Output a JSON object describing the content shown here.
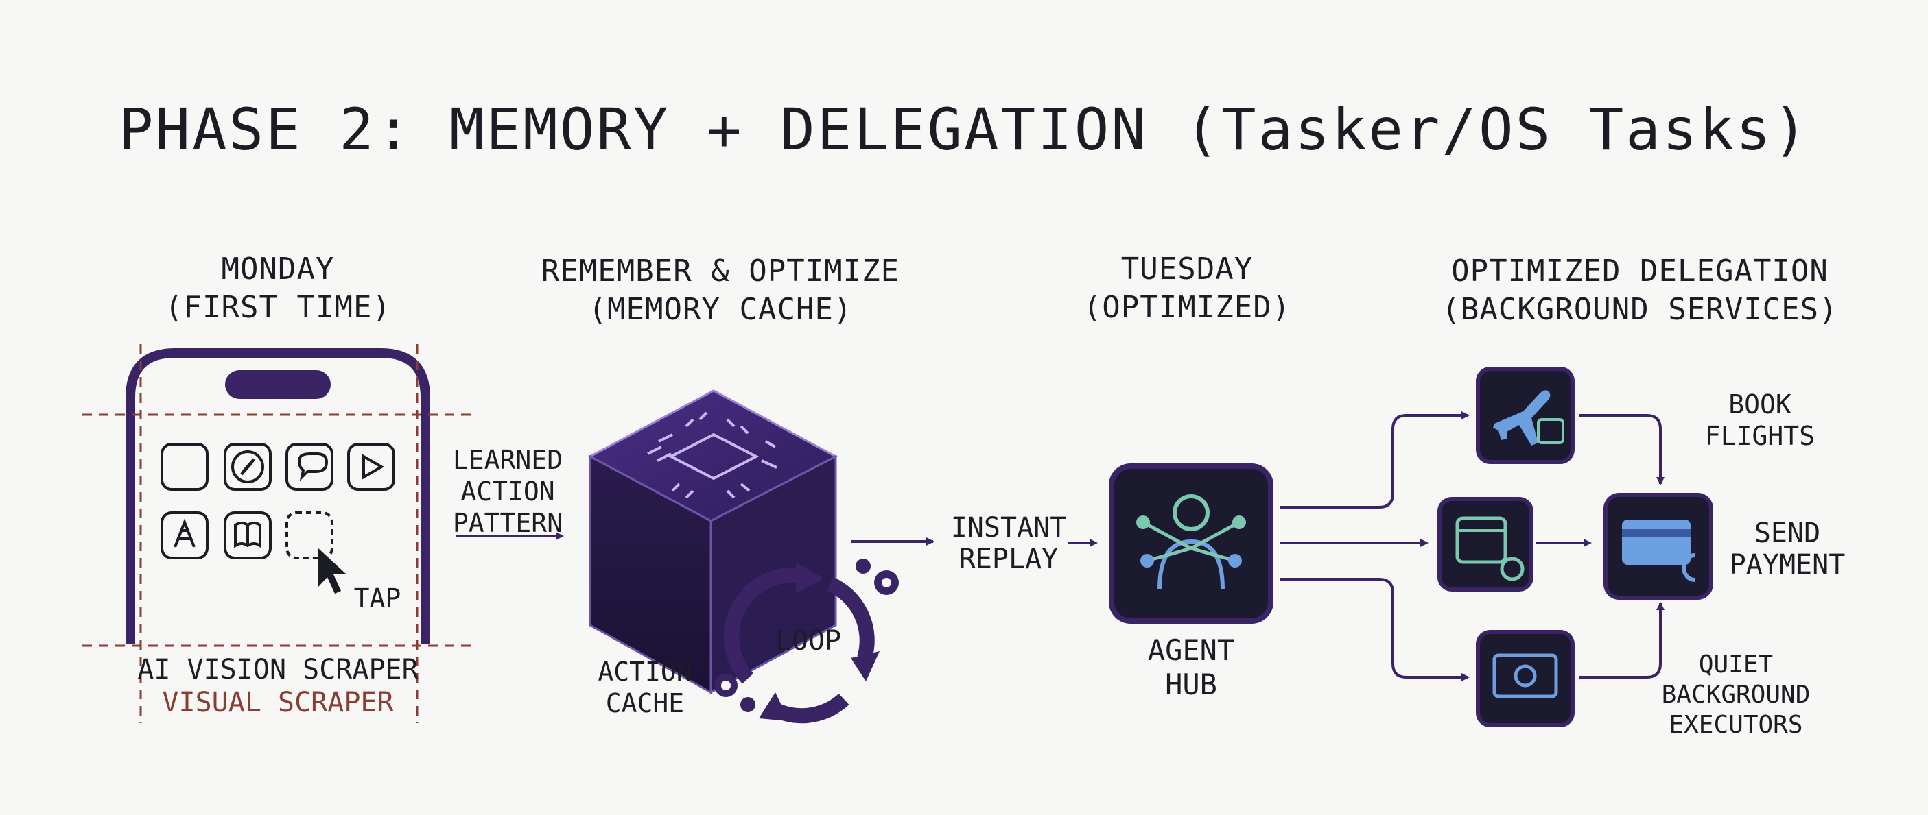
{
  "title": "PHASE 2: MEMORY + DELEGATION (Tasker/OS Tasks)",
  "columns": [
    {
      "line1": "MONDAY",
      "line2": "(FIRST TIME)"
    },
    {
      "line1": "REMEMBER & OPTIMIZE",
      "line2": "(MEMORY CACHE)"
    },
    {
      "line1": "TUESDAY",
      "line2": "(OPTIMIZED)"
    },
    {
      "line1": "OPTIMIZED DELEGATION",
      "line2": "(BACKGROUND SERVICES)"
    }
  ],
  "phone": {
    "tap_label": "TAP",
    "scraper_line1": "AI VISION SCRAPER",
    "scraper_line2": "VISUAL SCRAPER"
  },
  "arrow1": {
    "line1": "LEARNED",
    "line2": "ACTION",
    "line3": "PATTERN"
  },
  "cache": {
    "loop_label": "LOOP",
    "line1": "ACTION",
    "line2": "CACHE"
  },
  "arrow2": {
    "line1": "INSTANT",
    "line2": "REPLAY"
  },
  "hub": {
    "line1": "AGENT",
    "line2": "HUB"
  },
  "services": {
    "book": {
      "line1": "BOOK",
      "line2": "FLIGHTS"
    },
    "pay": {
      "line1": "SEND",
      "line2": "PAYMENT"
    },
    "quiet": {
      "line1": "QUIET",
      "line2": "BACKGROUND",
      "line3": "EXECUTORS"
    }
  },
  "colors": {
    "purple": "#3a2466",
    "dark": "#1c1a2e",
    "teal": "#7cc7b0",
    "blue": "#6b9fe0",
    "red_dashed": "#8b3d33"
  }
}
